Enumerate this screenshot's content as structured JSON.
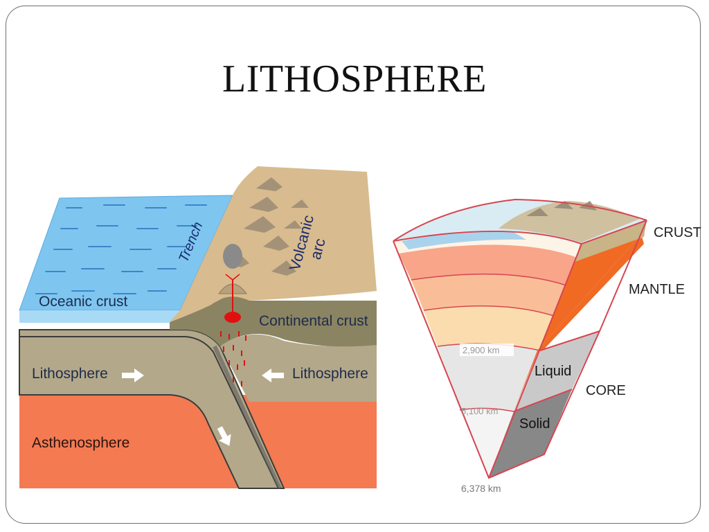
{
  "slide": {
    "title": "LITHOSPHERE"
  },
  "subduction_diagram": {
    "labels": {
      "trench": "Trench",
      "volcanic_arc_line1": "Volcanic",
      "volcanic_arc_line2": "arc",
      "oceanic_crust": "Oceanic crust",
      "continental_crust": "Continental crust",
      "lithosphere_left": "Lithosphere",
      "lithosphere_right": "Lithosphere",
      "asthenosphere": "Asthenosphere"
    },
    "colors": {
      "ocean": "#7ec6f0",
      "lithosphere": "#b3a88a",
      "asthenosphere": "#f47a52",
      "continent": "#d8bb8e",
      "magma": "#e01010"
    }
  },
  "earth_wedge": {
    "labels": {
      "crust": "CRUST",
      "mantle": "MANTLE",
      "liquid": "Liquid",
      "core": "CORE",
      "solid": "Solid"
    },
    "depths": {
      "mantle_base": "2,900 km",
      "outer_core_base": "5,100 km",
      "center": "6,378 km"
    },
    "colors": {
      "mantle": "#f06a24",
      "liquid_core": "#c9c9c9",
      "solid_core": "#888888",
      "outline": "#d64550"
    }
  }
}
